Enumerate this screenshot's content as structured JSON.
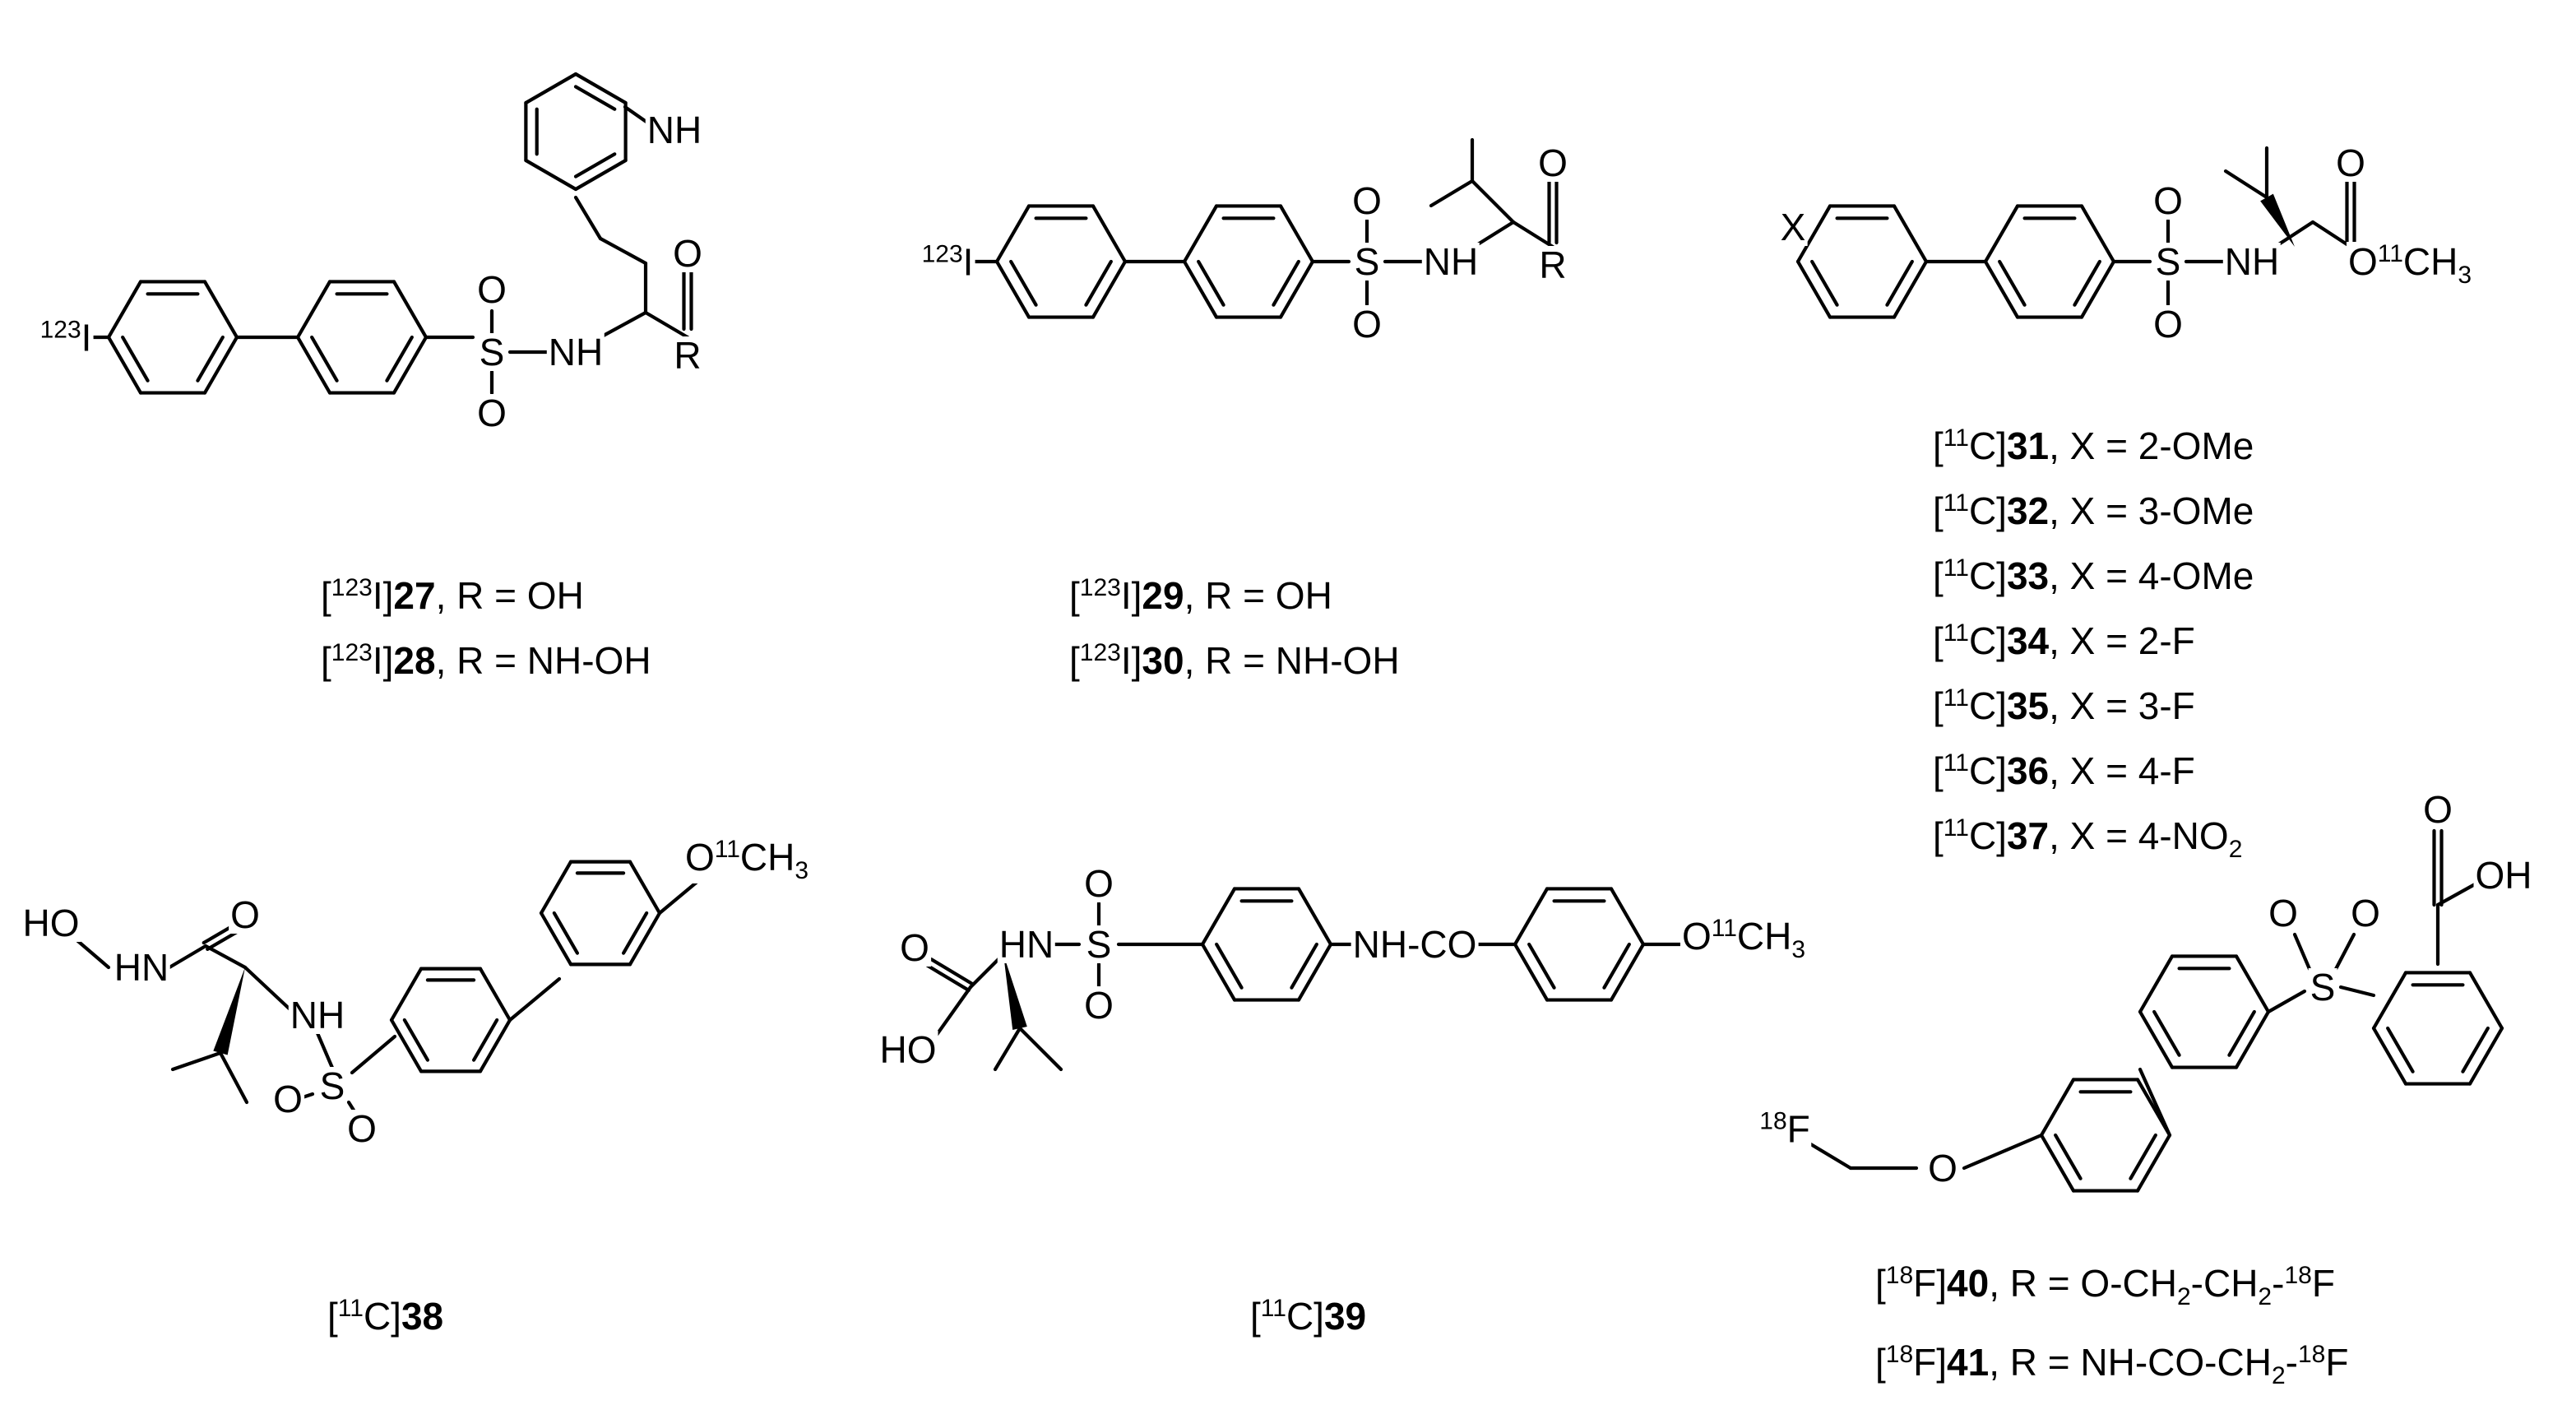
{
  "labels": {
    "iodine_27": "123",
    "iodine_sym": "I",
    "nh_indole": "NH",
    "s": "S",
    "o": "O",
    "nh": "NH",
    "r": "R",
    "iodine_29": "123",
    "x": "X",
    "c11": "11",
    "ch3": "CH",
    "ch3_sub": "3",
    "hn": "HN",
    "ho": "HO",
    "oh": "OH",
    "nh_co": "NH",
    "co": "CO",
    "f18": "18",
    "f": "F"
  },
  "captions": {
    "c27": [
      {
        "iso": "123",
        "el": "I",
        "num": "27",
        "rest": ", R = OH"
      },
      {
        "iso": "123",
        "el": "I",
        "num": "28",
        "rest": ", R = NH-OH"
      }
    ],
    "c29": [
      {
        "iso": "123",
        "el": "I",
        "num": "29",
        "rest": ", R = OH"
      },
      {
        "iso": "123",
        "el": "I",
        "num": "30",
        "rest": ", R = NH-OH"
      }
    ],
    "c31": [
      {
        "iso": "11",
        "el": "C",
        "num": "31",
        "rest": ", X = 2-OMe"
      },
      {
        "iso": "11",
        "el": "C",
        "num": "32",
        "rest": ", X = 3-OMe"
      },
      {
        "iso": "11",
        "el": "C",
        "num": "33",
        "rest": ", X = 4-OMe"
      },
      {
        "iso": "11",
        "el": "C",
        "num": "34",
        "rest": ", X = 2-F"
      },
      {
        "iso": "11",
        "el": "C",
        "num": "35",
        "rest": ", X = 3-F"
      },
      {
        "iso": "11",
        "el": "C",
        "num": "36",
        "rest": ", X = 4-F"
      },
      {
        "iso": "11",
        "el": "C",
        "num": "37",
        "rest": ", X = 4-NO",
        "sub": "2"
      }
    ],
    "c38": [
      {
        "iso": "11",
        "el": "C",
        "num": "38",
        "rest": ""
      }
    ],
    "c39": [
      {
        "iso": "11",
        "el": "C",
        "num": "39",
        "rest": ""
      }
    ],
    "c40": [
      {
        "iso": "18",
        "el": "F",
        "num": "40",
        "rest": ", R = O-CH",
        "sub": "2",
        "rest2": "-CH",
        "sub2": "2",
        "rest3": "-",
        "sup3": "18",
        "rest4": "F"
      },
      {
        "iso": "18",
        "el": "F",
        "num": "41",
        "rest": ", R = NH-CO-CH",
        "sub": "2",
        "rest2": "-",
        "sup2": "18",
        "rest3": "F"
      }
    ]
  }
}
